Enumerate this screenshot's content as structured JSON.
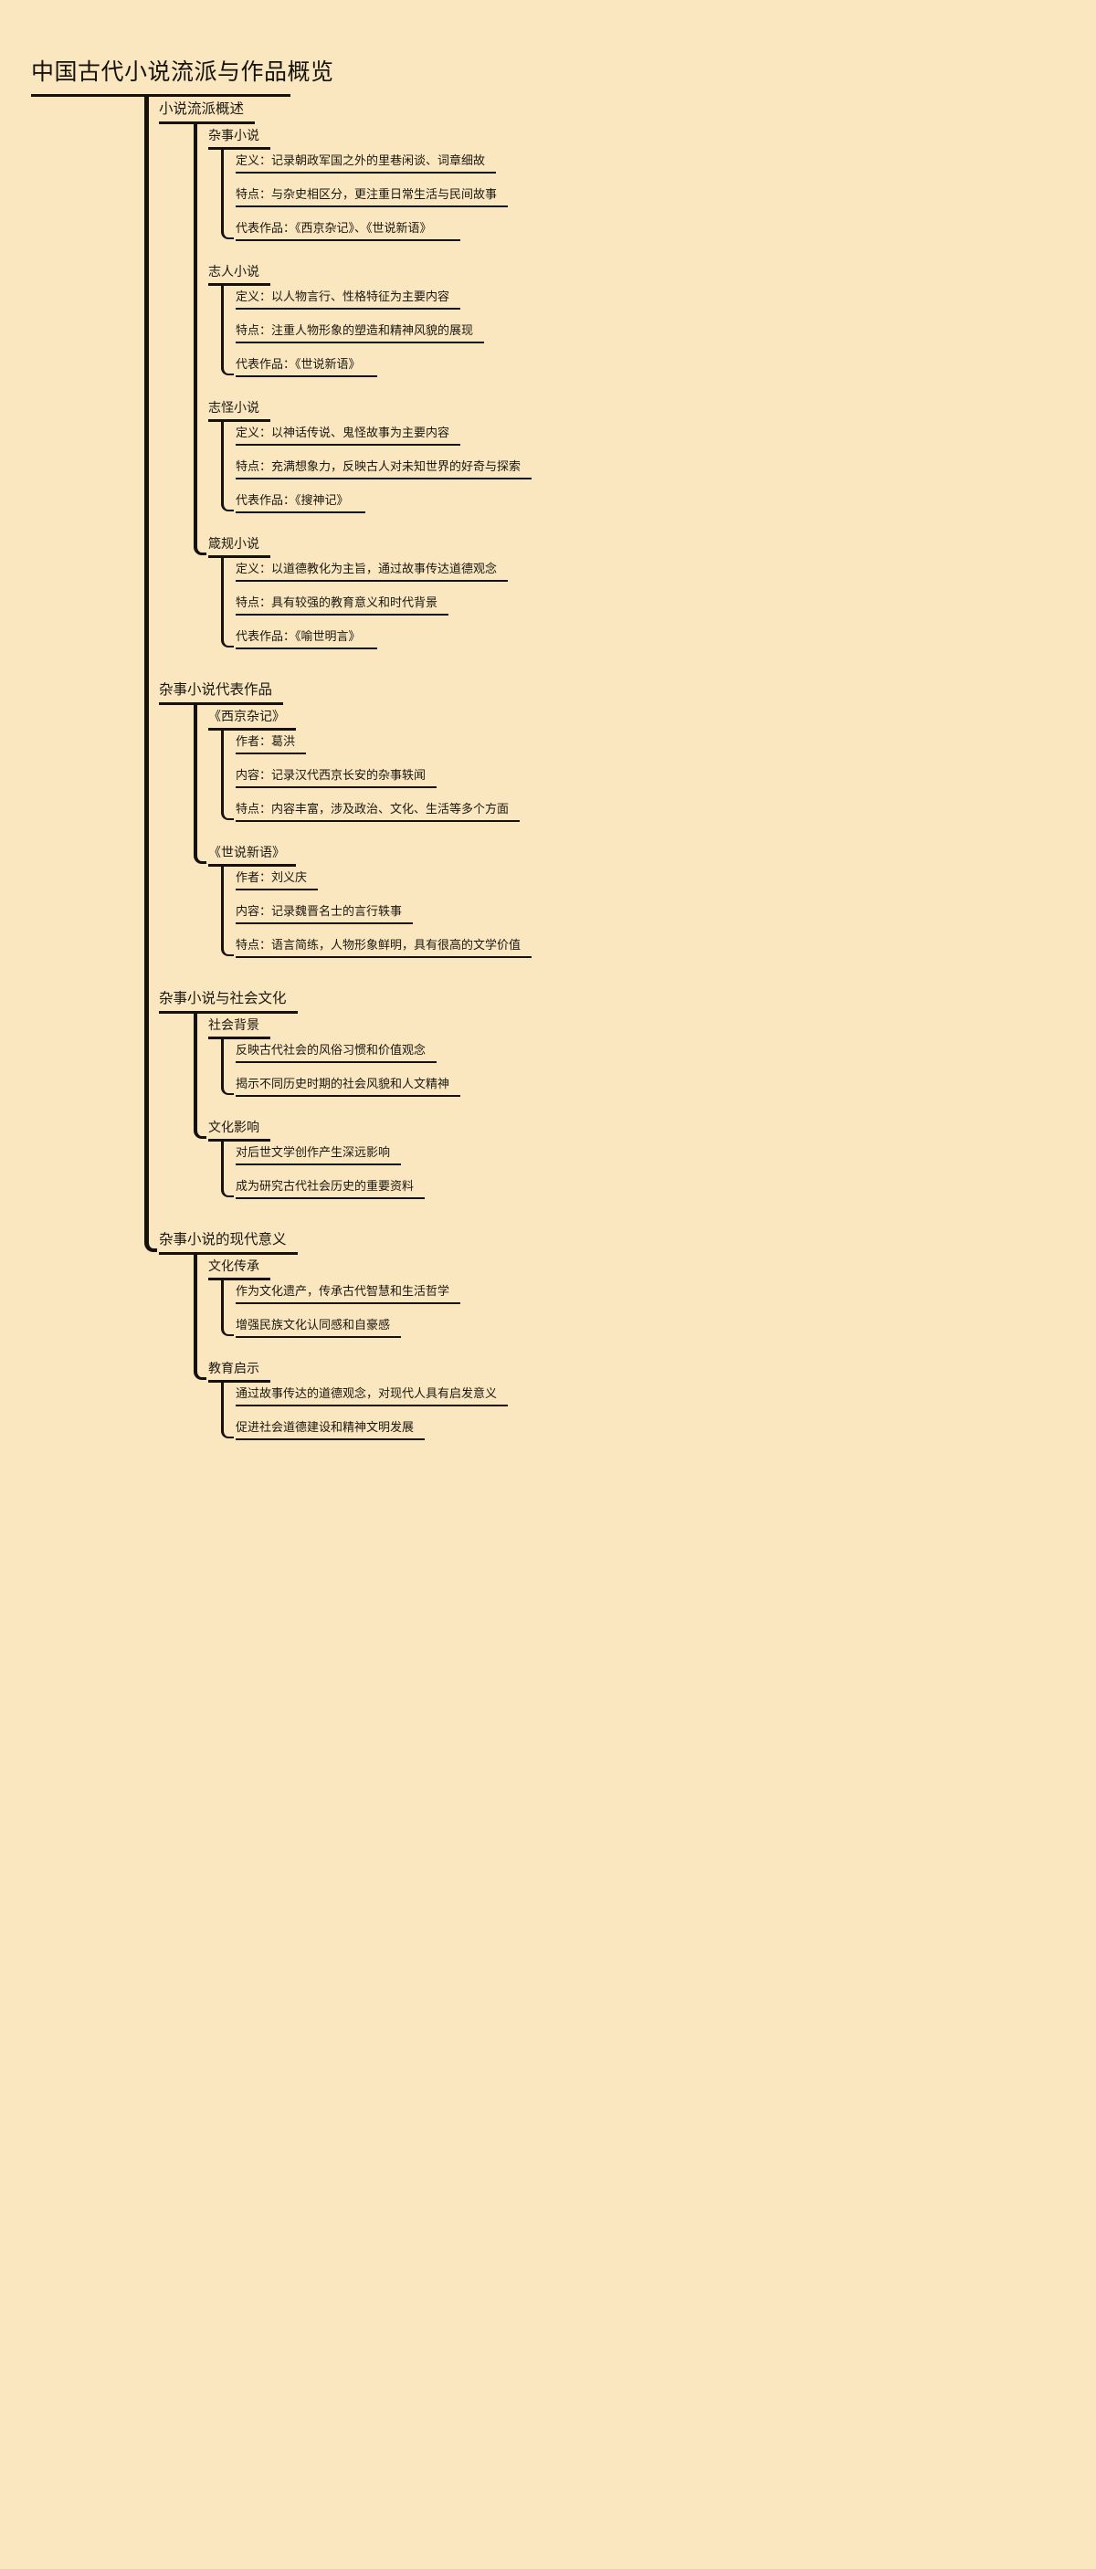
{
  "theme": {
    "background": "#fae7c0",
    "ink": "#16120b"
  },
  "root": {
    "label": "中国古代小说流派与作品概览"
  },
  "branches": [
    {
      "label": "小说流派概述",
      "children": [
        {
          "label": "杂事小说",
          "children": [
            {
              "label": "定义：记录朝政军国之外的里巷闲谈、词章细故"
            },
            {
              "label": "特点：与杂史相区分，更注重日常生活与民间故事"
            },
            {
              "label": "代表作品：《西京杂记》、《世说新语》"
            }
          ]
        },
        {
          "label": "志人小说",
          "children": [
            {
              "label": "定义：以人物言行、性格特征为主要内容"
            },
            {
              "label": "特点：注重人物形象的塑造和精神风貌的展现"
            },
            {
              "label": "代表作品：《世说新语》"
            }
          ]
        },
        {
          "label": "志怪小说",
          "children": [
            {
              "label": "定义：以神话传说、鬼怪故事为主要内容"
            },
            {
              "label": "特点：充满想象力，反映古人对未知世界的好奇与探索"
            },
            {
              "label": "代表作品：《搜神记》"
            }
          ]
        },
        {
          "label": "箴规小说",
          "children": [
            {
              "label": "定义：以道德教化为主旨，通过故事传达道德观念"
            },
            {
              "label": "特点：具有较强的教育意义和时代背景"
            },
            {
              "label": "代表作品：《喻世明言》"
            }
          ]
        }
      ]
    },
    {
      "label": "杂事小说代表作品",
      "children": [
        {
          "label": "《西京杂记》",
          "children": [
            {
              "label": "作者：葛洪"
            },
            {
              "label": "内容：记录汉代西京长安的杂事轶闻"
            },
            {
              "label": "特点：内容丰富，涉及政治、文化、生活等多个方面"
            }
          ]
        },
        {
          "label": "《世说新语》",
          "children": [
            {
              "label": "作者：刘义庆"
            },
            {
              "label": "内容：记录魏晋名士的言行轶事"
            },
            {
              "label": "特点：语言简练，人物形象鲜明，具有很高的文学价值"
            }
          ]
        }
      ]
    },
    {
      "label": "杂事小说与社会文化",
      "children": [
        {
          "label": "社会背景",
          "children": [
            {
              "label": "反映古代社会的风俗习惯和价值观念"
            },
            {
              "label": "揭示不同历史时期的社会风貌和人文精神"
            }
          ]
        },
        {
          "label": "文化影响",
          "children": [
            {
              "label": "对后世文学创作产生深远影响"
            },
            {
              "label": "成为研究古代社会历史的重要资料"
            }
          ]
        }
      ]
    },
    {
      "label": "杂事小说的现代意义",
      "children": [
        {
          "label": "文化传承",
          "children": [
            {
              "label": "作为文化遗产，传承古代智慧和生活哲学"
            },
            {
              "label": "增强民族文化认同感和自豪感"
            }
          ]
        },
        {
          "label": "教育启示",
          "children": [
            {
              "label": "通过故事传达的道德观念，对现代人具有启发意义"
            },
            {
              "label": "促进社会道德建设和精神文明发展"
            }
          ]
        }
      ]
    }
  ]
}
